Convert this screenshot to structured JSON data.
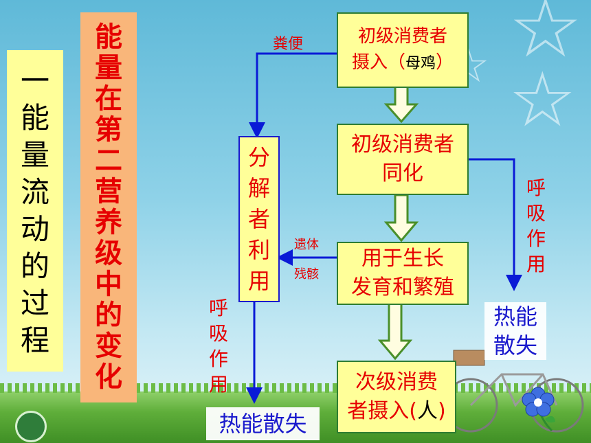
{
  "title_main": [
    "一",
    "能",
    "量",
    "流",
    "动",
    "的",
    "过",
    "程"
  ],
  "title_sub": [
    "能",
    "量",
    "在",
    "第",
    "二",
    "营",
    "养",
    "级",
    "中",
    "的",
    "变",
    "化"
  ],
  "nodes": {
    "intake_line1": "初级消费者",
    "intake_line2a": "摄入（",
    "intake_line2b": "母鸡",
    "intake_line2c": "）",
    "assim_line1": "初级消费者",
    "assim_line2": "同化",
    "growth_line1": "用于生长",
    "growth_line2": "发育和繁殖",
    "next_line1": "次级消费",
    "next_line2a": "者摄入(",
    "next_line2b": "人",
    "next_line2c": ")",
    "decomp": [
      "分",
      "解",
      "者",
      "利",
      "用"
    ]
  },
  "labels": {
    "feces": "粪便",
    "remains_1": "遗体",
    "remains_2": "残骸",
    "respiration_right": [
      "呼",
      "吸",
      "作",
      "用"
    ],
    "respiration_left": [
      "呼",
      "吸",
      "作",
      "用"
    ],
    "heat_right_1": "热能",
    "heat_right_2": "散失",
    "heat_bottom": "热能散失"
  },
  "colors": {
    "arrow_blue": "#0a1ad6",
    "border_green": "#2e7d32",
    "label_red": "#e60000",
    "box_yellow": "#ffff99"
  }
}
